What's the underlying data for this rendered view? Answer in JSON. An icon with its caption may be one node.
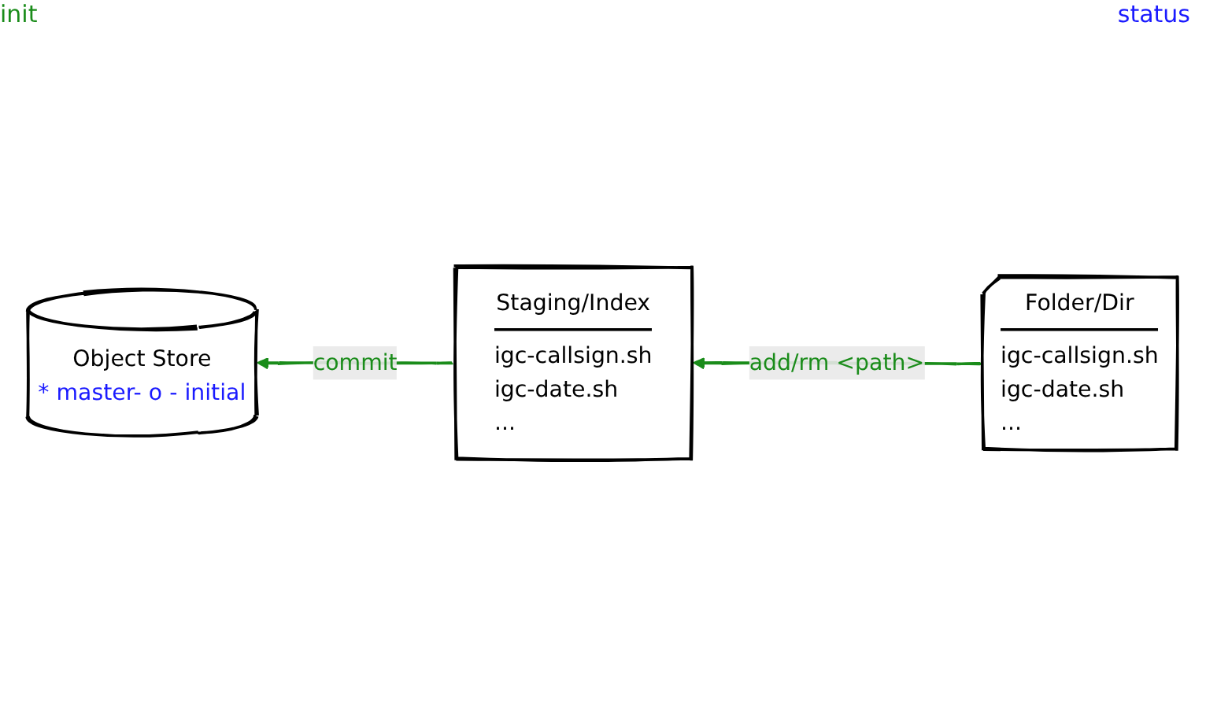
{
  "diagram": {
    "nodes": [
      {
        "text": [
          "Object Store",
          "* master- o - initial"
        ]
      },
      {
        "text": [
          "Staging/Index",
          "igc-callsign.sh",
          "igc-date.sh",
          "..."
        ]
      },
      {
        "text": [
          "Folder/Dir",
          "igc-callsign.sh",
          "igc-date.sh",
          "..."
        ]
      }
    ],
    "edges": [
      {
        "from": 1,
        "to": 0,
        "arrow": "to",
        "label": "commit",
        "color": "#1a8c1a"
      },
      {
        "from": 2,
        "to": 1,
        "arrow": "to",
        "label": "add/rm <path>",
        "color": "#1a8c1a"
      }
    ],
    "labels": [
      "init",
      "status"
    ]
  }
}
